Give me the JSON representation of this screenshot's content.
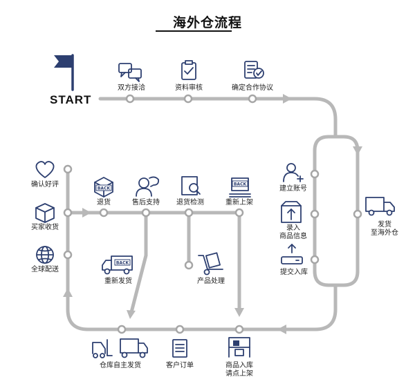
{
  "title": "海外仓流程",
  "start_label": "START",
  "colors": {
    "track": "#b8b8b8",
    "node_fill": "#ffffff",
    "node_stroke": "#a6a6a6",
    "icon": "#2d3f70",
    "text": "#222222"
  },
  "top_steps": [
    {
      "label": "双方接洽",
      "icon": "chat-bubbles-icon"
    },
    {
      "label": "资料审核",
      "icon": "clipboard-check-icon"
    },
    {
      "label": "确定合作协议",
      "icon": "agreement-document-icon"
    }
  ],
  "right_steps": [
    {
      "label": "建立账号",
      "icon": "user-add-icon"
    },
    {
      "label": "录入\n商品信息",
      "icon": "box-upload-icon"
    },
    {
      "label": "提交入库",
      "icon": "tray-upload-icon"
    },
    {
      "label": "发货\n至海外仓",
      "icon": "delivery-truck-icon"
    }
  ],
  "left_steps": [
    {
      "label": "确认好评",
      "icon": "heart-icon"
    },
    {
      "label": "买家收货",
      "icon": "package-icon"
    },
    {
      "label": "全球配送",
      "icon": "globe-icon"
    }
  ],
  "return_steps": [
    {
      "label": "退货",
      "icon": "back-box-icon"
    },
    {
      "label": "售后支持",
      "icon": "support-person-icon"
    },
    {
      "label": "退货检测",
      "icon": "inspection-icon"
    },
    {
      "label": "重新上架",
      "icon": "back-shelf-icon"
    }
  ],
  "branch_steps": [
    {
      "label": "重新发货",
      "icon": "back-truck-icon"
    },
    {
      "label": "产品处理",
      "icon": "hand-truck-icon"
    }
  ],
  "bottom_steps": [
    {
      "label": "仓库自主发货",
      "icon": "forklift-truck-icon"
    },
    {
      "label": "客户订单",
      "icon": "order-document-icon"
    },
    {
      "label": "商品入库\n请点上架",
      "icon": "warehouse-shelf-icon"
    }
  ]
}
